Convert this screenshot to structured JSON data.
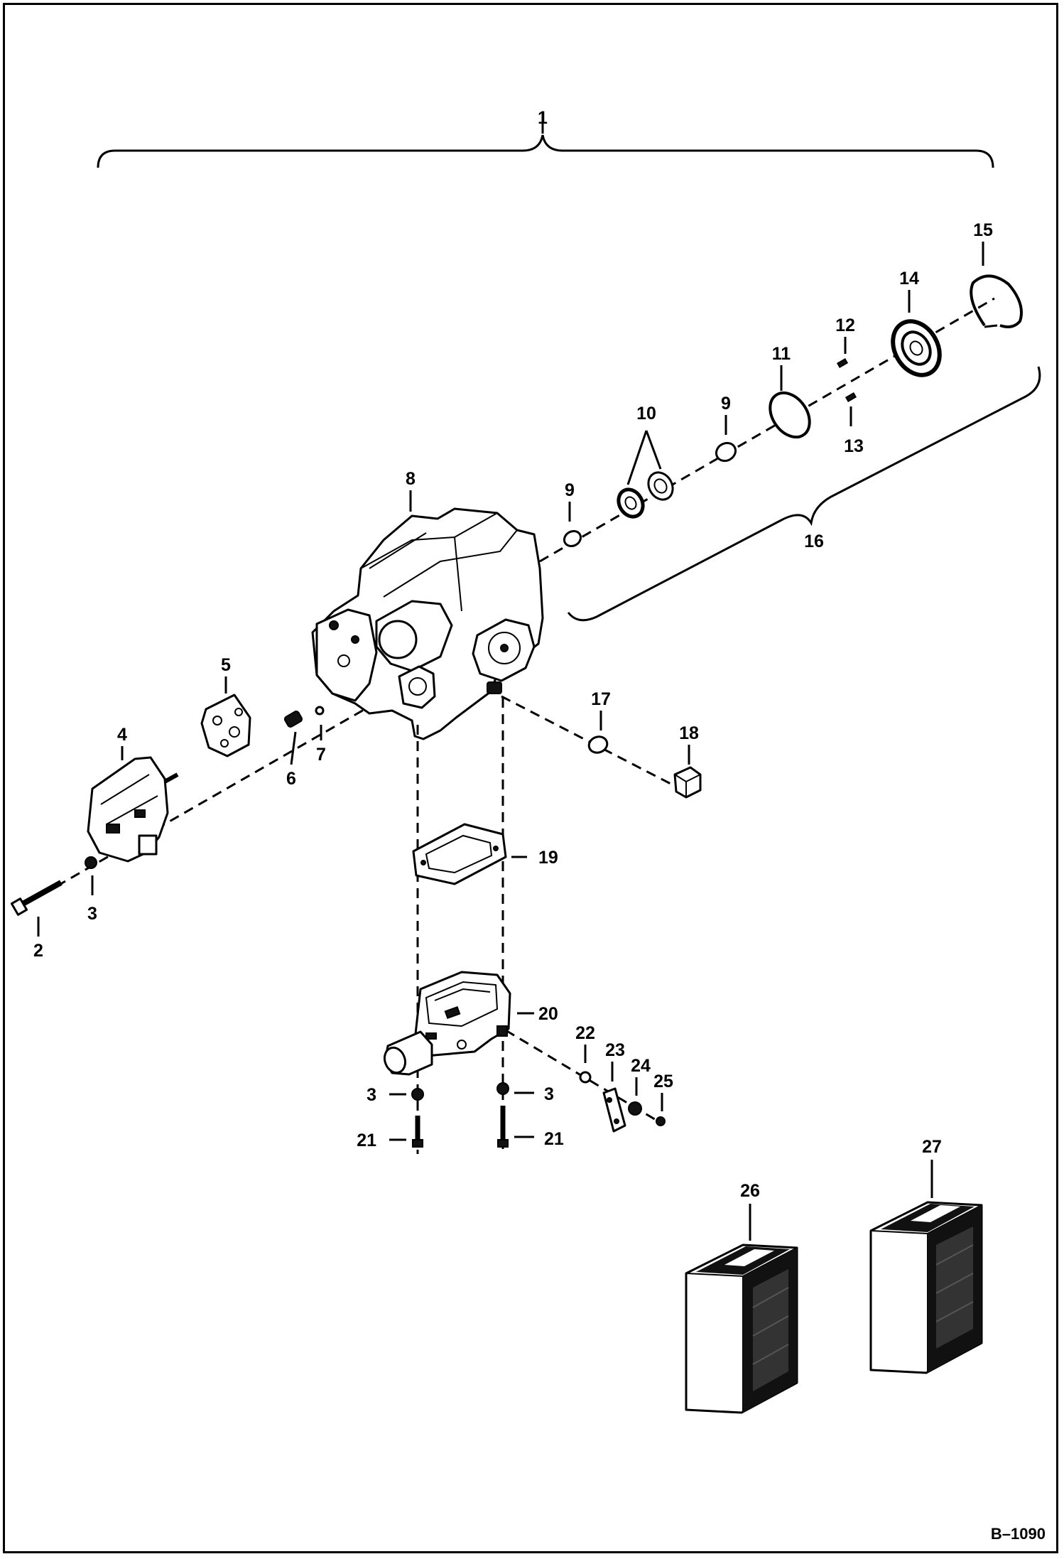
{
  "labels": {
    "l1": "1",
    "l2": "2",
    "l3a": "3",
    "l3b": "3",
    "l3c": "3",
    "l4": "4",
    "l5": "5",
    "l6": "6",
    "l7": "7",
    "l8": "8",
    "l9a": "9",
    "l9b": "9",
    "l10": "10",
    "l11": "11",
    "l12": "12",
    "l13": "13",
    "l14": "14",
    "l15": "15",
    "l16": "16",
    "l17": "17",
    "l18": "18",
    "l19": "19",
    "l20": "20",
    "l21a": "21",
    "l21b": "21",
    "l22": "22",
    "l23": "23",
    "l24": "24",
    "l25": "25",
    "l26": "26",
    "l27": "27"
  },
  "reference": "B–1090"
}
